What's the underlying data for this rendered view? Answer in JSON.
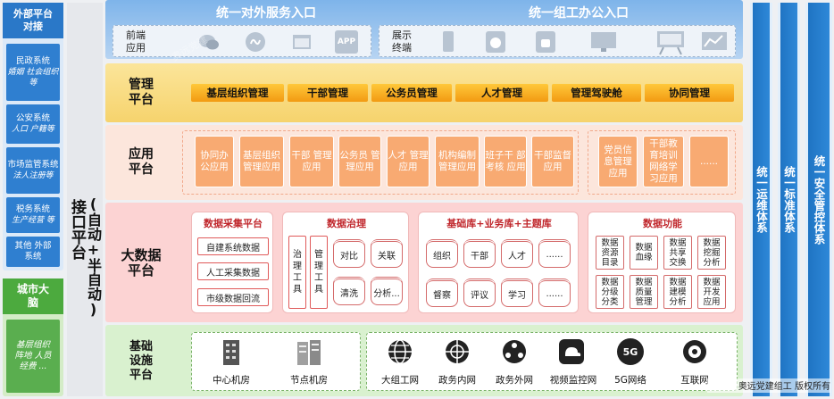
{
  "external": {
    "title": "外部平台对接",
    "items": [
      {
        "name": "民政系统",
        "detail": "婚姻 社会组织 等"
      },
      {
        "name": "公安系统",
        "detail": "人口 户籍等"
      },
      {
        "name": "市场监管系统",
        "detail": "法人注册等"
      },
      {
        "name": "税务系统",
        "detail": "生产经营 等"
      },
      {
        "name": "其他 外部系统",
        "detail": ""
      }
    ]
  },
  "city_brain": {
    "title": "城市大脑",
    "detail": "基层组织 阵地 人员 经费 ..."
  },
  "interface_platform": {
    "label_a": "接口平台",
    "label_b": "(自动+半自动)"
  },
  "portal": {
    "left_title": "统一对外服务入口",
    "right_title": "统一组工办公入口",
    "front_label": "前端 应用",
    "terminal_label": "展示 终端",
    "front_icons": [
      "wechat-icon",
      "miniprogram-icon",
      "web-icon",
      "app-icon"
    ],
    "terminal_icons": [
      "tablet-icon",
      "apple-icon",
      "android-icon",
      "display-icon",
      "screen-icon",
      "dashboard-icon"
    ],
    "app_text": "APP"
  },
  "management": {
    "label": "管理 平台",
    "items": [
      "基层组织管理",
      "干部管理",
      "公务员管理",
      "人才管理",
      "管理驾驶舱",
      "协同管理"
    ]
  },
  "application": {
    "label": "应用 平台",
    "items": [
      "协同办 公应用",
      "基层组织 管理应用",
      "干部 管理应用",
      "公务员 管理应用",
      "人才 管理应用",
      "机构编制 管理应用",
      "班子干 部考核 应用",
      "干部监督 应用"
    ],
    "right_items": [
      "党员信 息管理 应用",
      "干部教 育培训 网络学 习应用",
      "......"
    ]
  },
  "bigdata": {
    "label": "大数据 平台",
    "collection": {
      "title": "数据采集平台",
      "items": [
        "自建系统数据",
        "人工采集数据",
        "市级数据回流"
      ]
    },
    "governance": {
      "title": "数据治理",
      "tools": [
        "治理工具",
        "管理工具"
      ],
      "items": [
        "对比",
        "关联",
        "清洗",
        "分析..."
      ]
    },
    "library": {
      "title": "基础库+业务库+主题库",
      "items": [
        "组织",
        "干部",
        "人才",
        "......",
        "督察",
        "评议",
        "学习",
        "......"
      ]
    },
    "functions": {
      "title": "数据功能",
      "items": [
        "数据资源目录",
        "数据血缘",
        "数据共享交换",
        "数据挖掘分析",
        "数据分级分类",
        "数据质量管理",
        "数据建模分析",
        "数据开发应用"
      ]
    }
  },
  "infrastructure": {
    "label": "基础 设施 平台",
    "items": [
      "中心机房",
      "节点机房",
      "大组工网",
      "政务内网",
      "政务外网",
      "视频监控网",
      "5G网络",
      "互联网"
    ],
    "fiveg_text": "5G"
  },
  "right_columns": [
    "统一运维体系",
    "统一标准体系",
    "统一安全管控体系"
  ],
  "watermark": "奥远党建",
  "footer": "奥远党建组工 版权所有",
  "colors": {
    "blue": "#2a78c8",
    "orange": "#f29a12",
    "salmon": "#f8aa72",
    "red": "#c0262b",
    "green": "#4caa3e"
  }
}
